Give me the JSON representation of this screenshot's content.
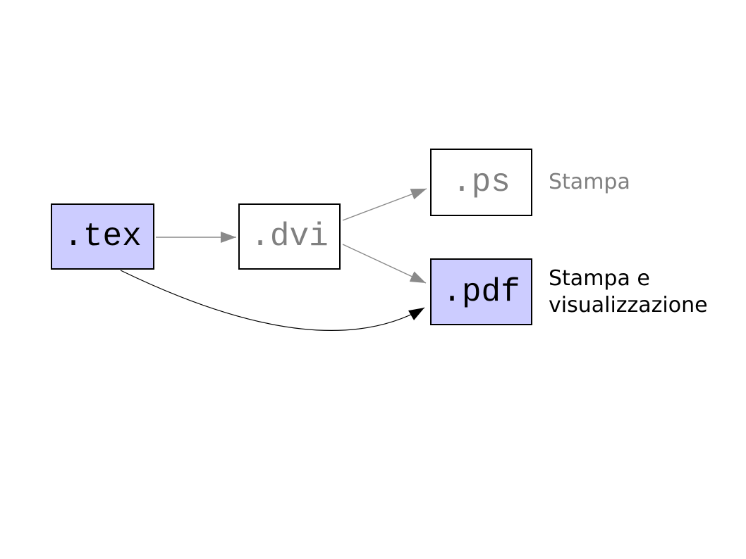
{
  "page": {
    "background": "#ffffff"
  },
  "diagram": {
    "nodes": [
      {
        "id": "tex",
        "label": ".tex",
        "fill": "#ccccff",
        "text_color": "#000000"
      },
      {
        "id": "dvi",
        "label": ".dvi",
        "fill": "#ffffff",
        "text_color": "#808080"
      },
      {
        "id": "ps",
        "label": ".ps",
        "fill": "#ffffff",
        "text_color": "#808080"
      },
      {
        "id": "pdf",
        "label": ".pdf",
        "fill": "#ccccff",
        "text_color": "#000000"
      }
    ],
    "annotations": [
      {
        "for": "ps",
        "text": "Stampa",
        "lines": [
          "Stampa"
        ],
        "color": "#808080"
      },
      {
        "for": "pdf",
        "text": "Stampa e visualizzazione",
        "lines": [
          "Stampa e",
          "visualizzazione"
        ],
        "color": "#000000"
      }
    ],
    "edges": [
      {
        "from": "tex",
        "to": "dvi",
        "style": "straight",
        "color": "#8a8a8a"
      },
      {
        "from": "dvi",
        "to": "ps",
        "style": "straight",
        "color": "#8a8a8a"
      },
      {
        "from": "dvi",
        "to": "pdf",
        "style": "straight",
        "color": "#8a8a8a"
      },
      {
        "from": "tex",
        "to": "pdf",
        "style": "curved",
        "color": "#000000"
      }
    ]
  }
}
